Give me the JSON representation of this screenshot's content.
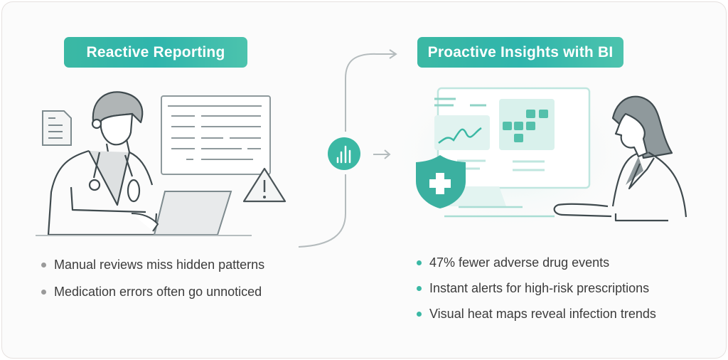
{
  "left": {
    "title": "Reactive Reporting",
    "bullets": [
      "Manual reviews miss hidden patterns",
      "Medication errors often go unnoticed"
    ]
  },
  "right": {
    "title": "Proactive Insights with BI",
    "bullets": [
      "47% fewer adverse drug events",
      "Instant alerts for high-risk prescriptions",
      "Visual heat maps reveal infection trends"
    ]
  },
  "colors": {
    "accent": "#3bb8a4",
    "line": "#4a5458",
    "muted": "#9a9a9a"
  }
}
